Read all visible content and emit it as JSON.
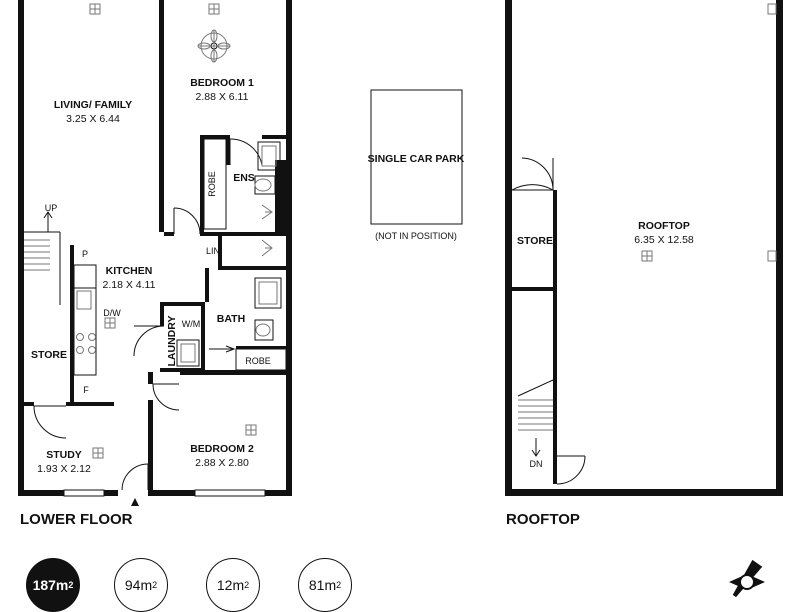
{
  "rooms": {
    "living": {
      "name": "LIVING/ FAMILY",
      "dims": "3.25 X 6.44"
    },
    "bedroom1": {
      "name": "BEDROOM 1",
      "dims": "2.88 X 6.11"
    },
    "ens": {
      "name": "ENS"
    },
    "robe1": {
      "name": "ROBE"
    },
    "lin": {
      "name": "LIN"
    },
    "kitchen": {
      "name": "KITCHEN",
      "dims": "2.18 X 4.11"
    },
    "pantry": {
      "name": "P"
    },
    "dw": {
      "name": "D/W"
    },
    "fridge": {
      "name": "F"
    },
    "store_lower": {
      "name": "STORE"
    },
    "laundry": {
      "name": "LAUNDRY"
    },
    "wm": {
      "name": "W/M"
    },
    "bath": {
      "name": "BATH"
    },
    "robe2": {
      "name": "ROBE"
    },
    "study": {
      "name": "STUDY",
      "dims": "1.93 X 2.12"
    },
    "bedroom2": {
      "name": "BEDROOM 2",
      "dims": "2.88 X 2.80"
    },
    "carpark": {
      "name": "SINGLE CAR PARK",
      "note": "(NOT IN POSITION)"
    },
    "store_roof": {
      "name": "STORE"
    },
    "rooftop": {
      "name": "ROOFTOP",
      "dims": "6.35 X 12.58"
    }
  },
  "stairs": {
    "up": "UP",
    "down": "DN"
  },
  "floors": {
    "lower": "LOWER FLOOR",
    "rooftop": "ROOFTOP"
  },
  "areas": [
    {
      "value": "187m",
      "unit": "2",
      "total": true
    },
    {
      "value": "94m",
      "unit": "2",
      "total": false
    },
    {
      "value": "12m",
      "unit": "2",
      "total": false
    },
    {
      "value": "81m",
      "unit": "2",
      "total": false
    }
  ],
  "icons": {
    "compass": "compass-rose-icon",
    "entry": "entry-arrow-icon",
    "fan": "ceiling-fan-icon",
    "light": "light-fixture-icon"
  }
}
